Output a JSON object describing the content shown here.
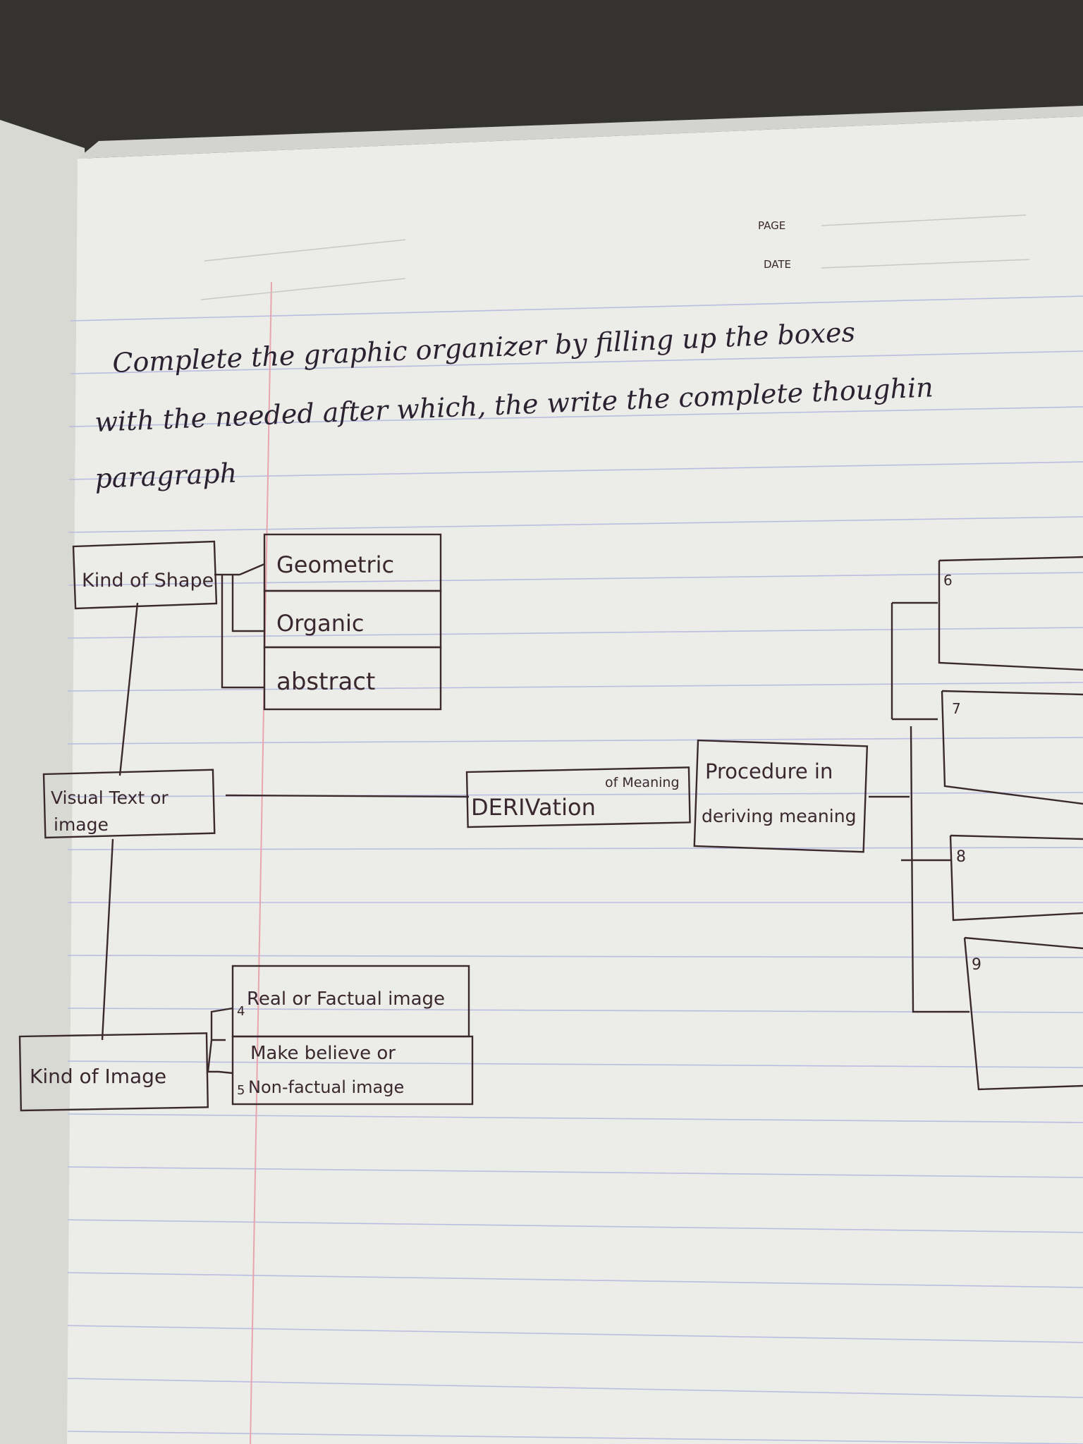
{
  "header": {
    "page_label": "PAGE",
    "date_label": "DATE"
  },
  "instructions": [
    "Complete the graphic organizer by filling up the boxes",
    "with the needed after which, the write the complete thoughin",
    "paragraph"
  ],
  "organizer": {
    "kind_of_shape": "Kind of Shape",
    "shapes": [
      "Geometric",
      "Organic",
      "abstract"
    ],
    "visual_text_line1": "Visual Text or",
    "visual_text_line2": "image",
    "derivation_note": "of Meaning",
    "derivation": "DERIVation",
    "procedure_line1": "Procedure in",
    "procedure_line2": "deriving meaning",
    "kind_of_image": "Kind of Image",
    "image_kinds": [
      {
        "number": "4",
        "line1": "Real or Factual image",
        "line2": ""
      },
      {
        "number": "5",
        "line1": "Make believe or",
        "line2": "Non-factual image"
      }
    ],
    "empty_box_numbers": [
      "6",
      "7",
      "8",
      "9"
    ]
  },
  "colors": {
    "ink": "#2a2230",
    "paper": "#efefec",
    "rule_line": "#b9bde0",
    "margin_line": "#e8a8b0"
  }
}
